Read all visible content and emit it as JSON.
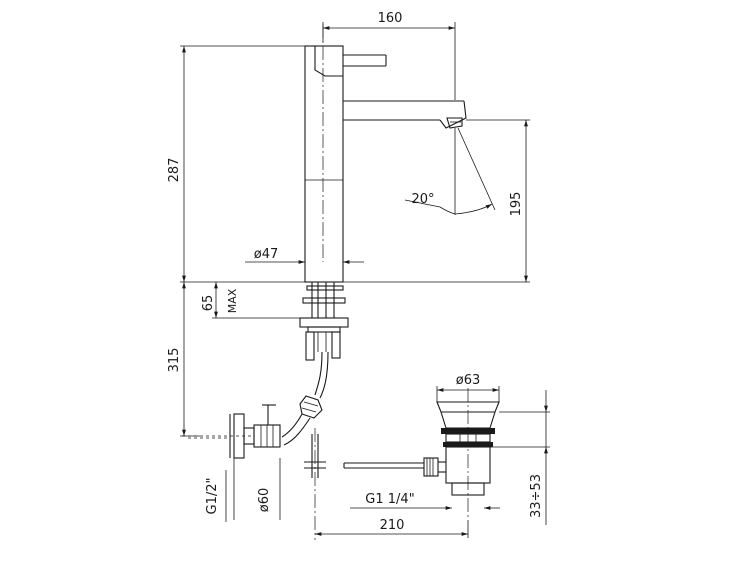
{
  "dimensions": {
    "width_spout": "160",
    "height_total": "287",
    "height_spout": "195",
    "body_diameter": "ø47",
    "shank_length": "65",
    "shank_max": "MAX",
    "hose_length": "315",
    "inlet_thread": "G1/2\"",
    "flange_diameter": "ø60",
    "waste_diameter": "ø63",
    "waste_thread": "G1  1/4\"",
    "waste_distance": "210",
    "waste_range": "33÷53",
    "spray_angle": "20°"
  }
}
